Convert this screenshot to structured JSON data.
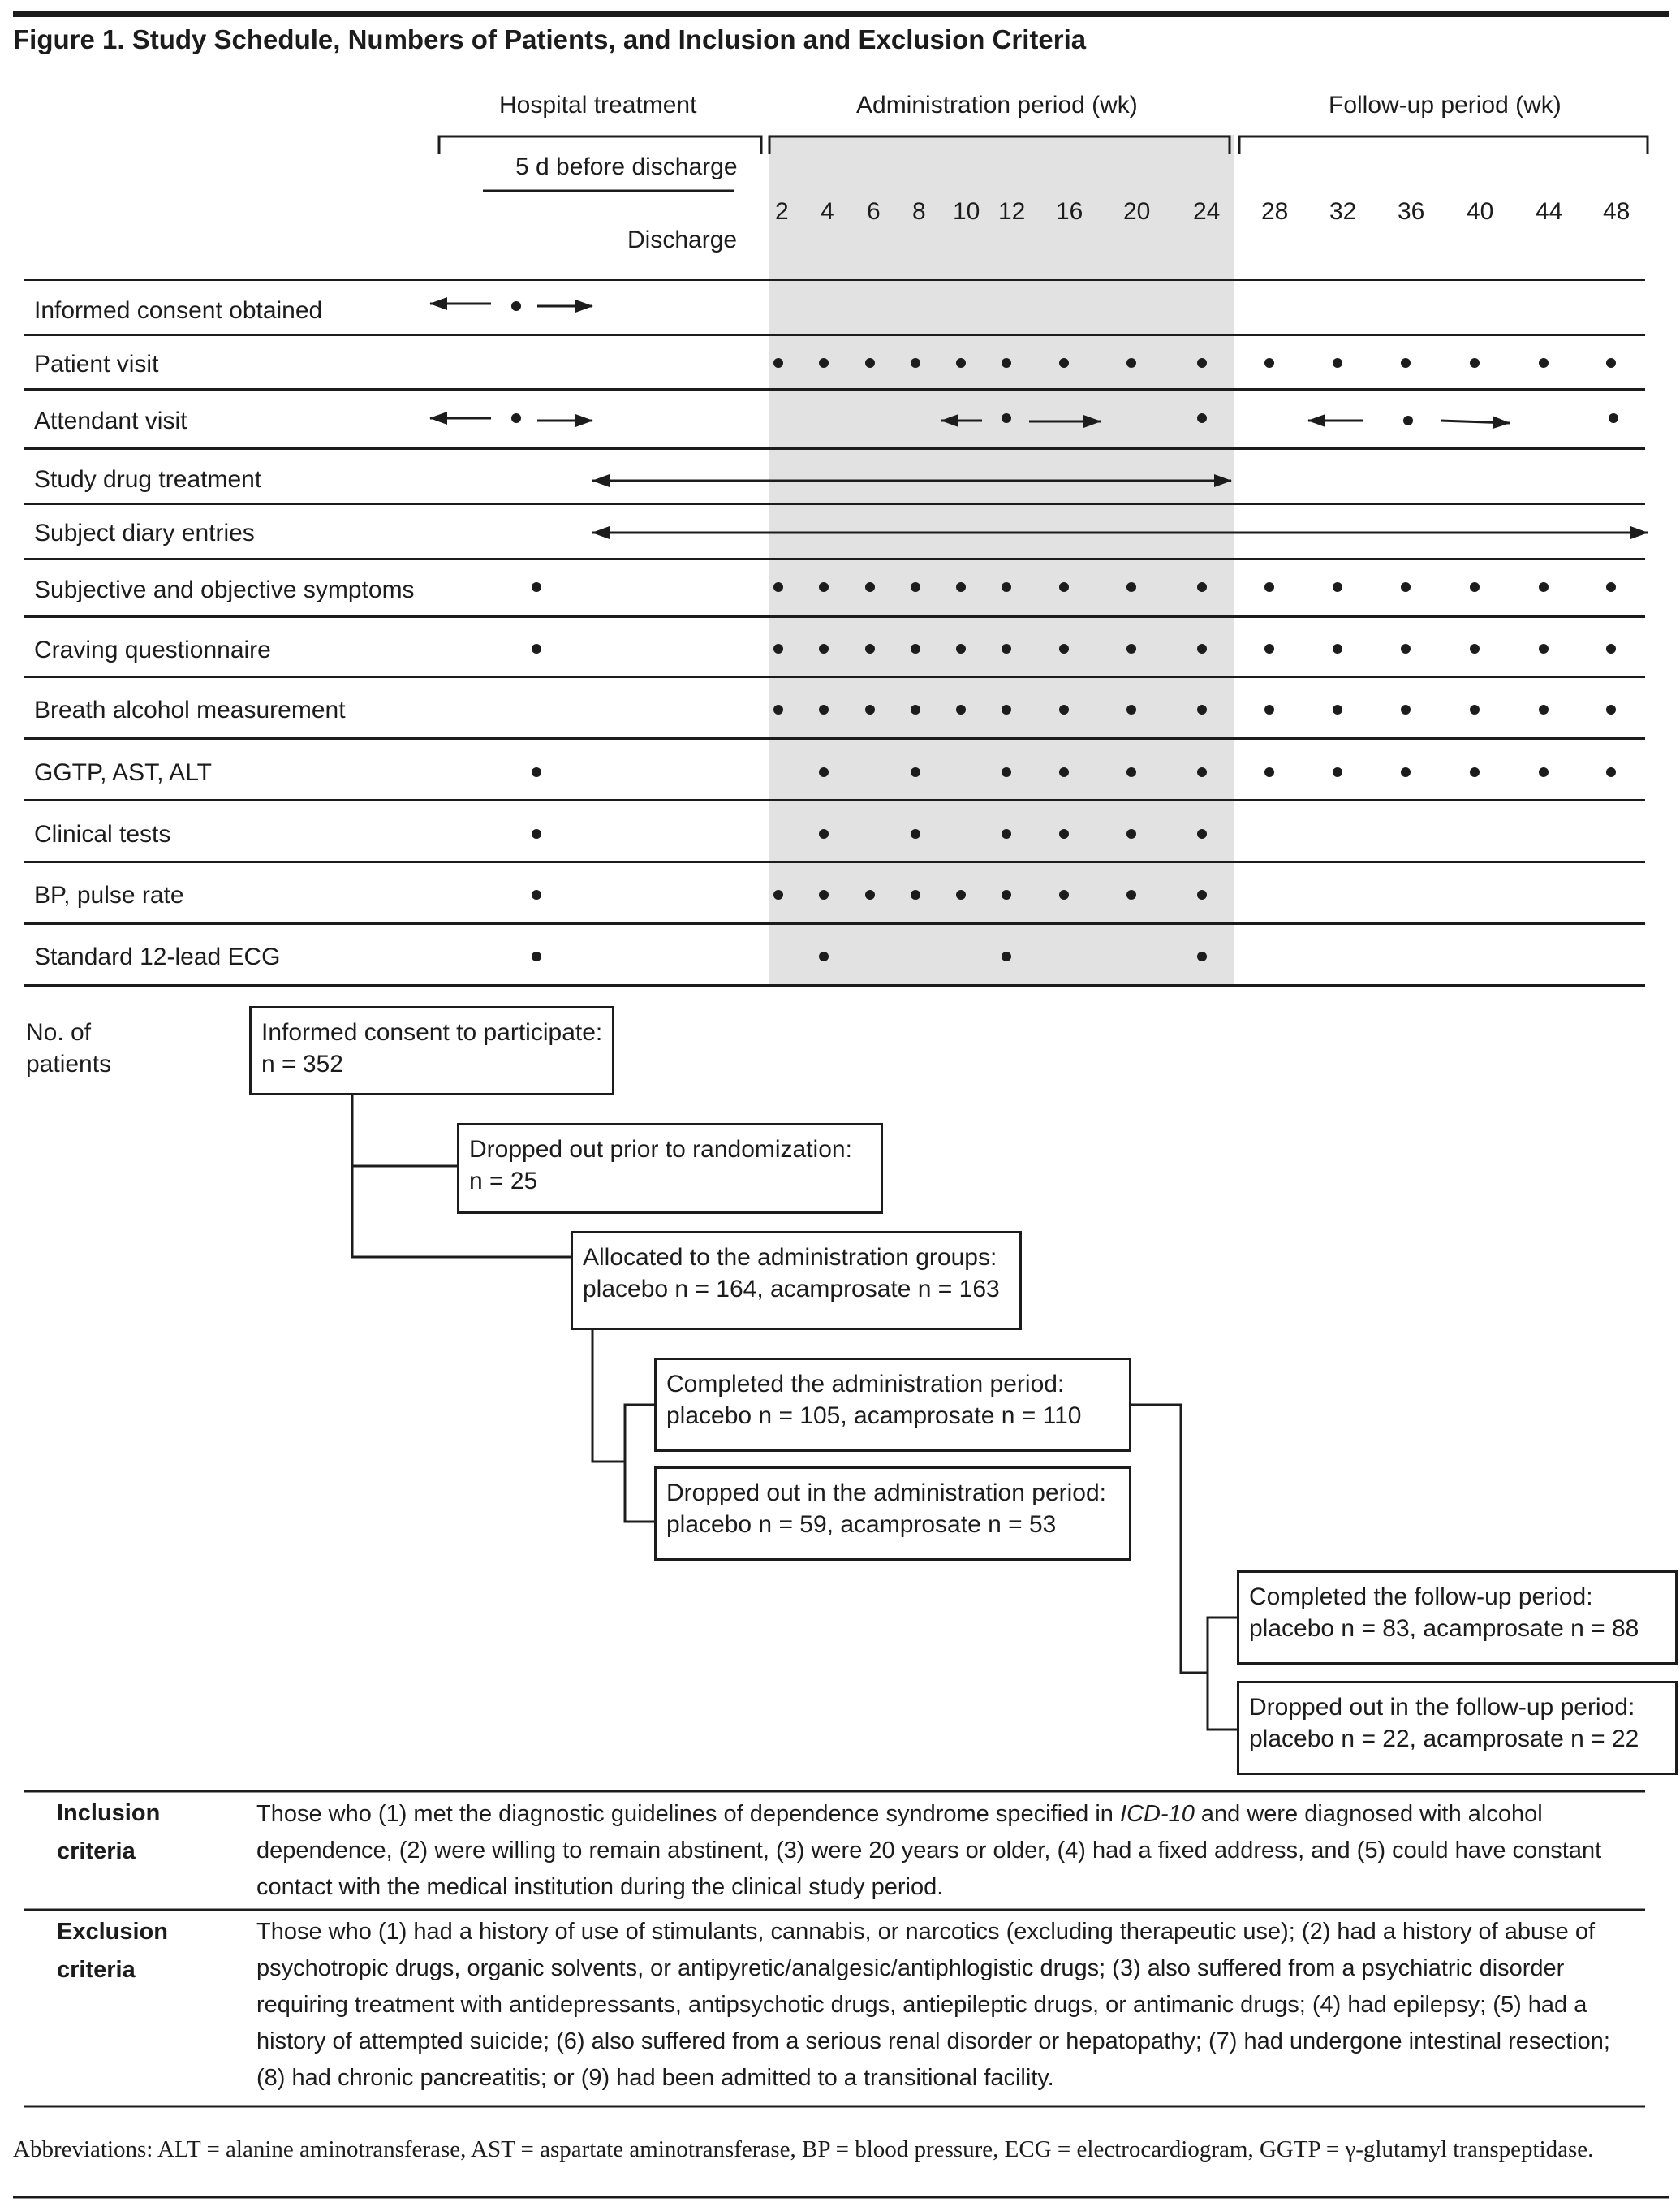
{
  "title": "Figure 1. Study Schedule, Numbers of Patients, and Inclusion and Exclusion Criteria",
  "headers": {
    "hospital": "Hospital treatment",
    "administration": "Administration period (wk)",
    "followup": "Follow-up period (wk)",
    "five_days": "5 d before discharge",
    "discharge": "Discharge"
  },
  "weeks": [
    "2",
    "4",
    "6",
    "8",
    "10",
    "12",
    "16",
    "20",
    "24",
    "28",
    "32",
    "36",
    "40",
    "44",
    "48"
  ],
  "rows": [
    {
      "label": "Informed consent obtained"
    },
    {
      "label": "Patient visit"
    },
    {
      "label": "Attendant visit"
    },
    {
      "label": "Study drug treatment"
    },
    {
      "label": "Subject diary entries"
    },
    {
      "label": "Subjective and objective symptoms"
    },
    {
      "label": "Craving questionnaire"
    },
    {
      "label": "Breath alcohol measurement"
    },
    {
      "label": "GGTP, AST, ALT"
    },
    {
      "label": "Clinical tests"
    },
    {
      "label": "BP, pulse rate"
    },
    {
      "label": "Standard 12-lead ECG"
    }
  ],
  "flow": {
    "label": "No. of\npatients",
    "consent": [
      "Informed consent to participate:",
      "n = 352"
    ],
    "dropped_pre": [
      "Dropped out prior to randomization:",
      "n = 25"
    ],
    "allocated": [
      "Allocated to the administration groups:",
      "placebo n = 164, acamprosate n = 163"
    ],
    "completed_admin": [
      "Completed the administration period:",
      "placebo n = 105, acamprosate n = 110"
    ],
    "dropped_admin": [
      "Dropped out in the administration period:",
      "placebo n = 59, acamprosate n = 53"
    ],
    "completed_follow": [
      "Completed the follow-up period:",
      "placebo n = 83, acamprosate n = 88"
    ],
    "dropped_follow": [
      "Dropped out in the follow-up period:",
      "placebo n = 22, acamprosate n = 22"
    ]
  },
  "criteria": {
    "inclusion_label": "Inclusion\ncriteria",
    "inclusion_text_before": "Those who (1) met the diagnostic guidelines of dependence syndrome specified in ",
    "inclusion_text_italic": "ICD-10",
    "inclusion_text_after": " and were diagnosed with alcohol dependence, (2) were willing to remain abstinent, (3) were 20 years or older, (4) had a fixed address, and (5) could have constant contact with the medical institution during the clinical study period.",
    "exclusion_label": "Exclusion\ncriteria",
    "exclusion_text": "Those who (1) had a history of use of stimulants, cannabis, or narcotics (excluding therapeutic use); (2) had a history of abuse of psychotropic drugs, organic solvents, or antipyretic/analgesic/antiphlogistic drugs; (3) also suffered from a psychiatric disorder requiring treatment with antidepressants, antipsychotic drugs, antiepileptic drugs, or antimanic drugs; (4) had epilepsy; (5) had a history of attempted suicide; (6) also suffered from a serious renal disorder or hepatopathy; (7) had undergone intestinal resection; (8) had chronic pancreatitis; or (9) had been admitted to a transitional facility."
  },
  "abbreviations": "Abbreviations: ALT = alanine aminotransferase, AST = aspartate aminotransferase, BP = blood pressure, ECG = electrocardiogram, GGTP = γ-glutamyl transpeptidase."
}
